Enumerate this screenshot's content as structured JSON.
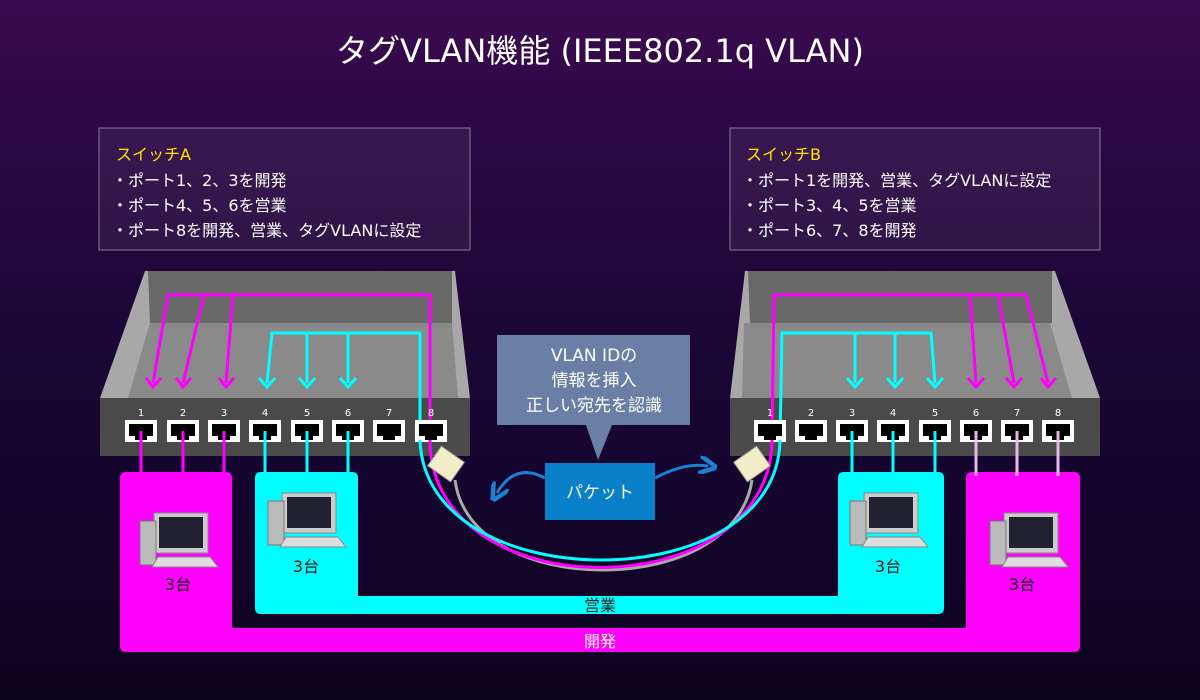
{
  "title": "タグVLAN機能 (IEEE802.1q VLAN)",
  "switch_a": {
    "heading": "スイッチA",
    "lines": [
      "・ポート1、2、3を開発",
      "・ポート4、5、6を営業",
      "・ポート8を開発、営業、タグVLANに設定"
    ],
    "ports": [
      "1",
      "2",
      "3",
      "4",
      "5",
      "6",
      "7",
      "8"
    ]
  },
  "switch_b": {
    "heading": "スイッチB",
    "lines": [
      "・ポート1を開発、営業、タグVLANに設定",
      "・ポート3、4、5を営業",
      "・ポート6、7、8を開発"
    ],
    "ports": [
      "1",
      "2",
      "3",
      "4",
      "5",
      "6",
      "7",
      "8"
    ]
  },
  "bubble": {
    "lines": [
      "VLAN IDの",
      "情報を挿入",
      "正しい宛先を認識"
    ]
  },
  "packet_label": "パケット",
  "groups": {
    "a_dev_count": "3台",
    "a_sales_count": "3台",
    "b_sales_count": "3台",
    "b_dev_count": "3台",
    "sales_label": "営業",
    "dev_label": "開発"
  },
  "colors": {
    "dev": "#ff00ff",
    "sales": "#00ffff",
    "bubble": "#6a7fa6",
    "packet": "#0a80c8",
    "heading": "#ffe600"
  }
}
